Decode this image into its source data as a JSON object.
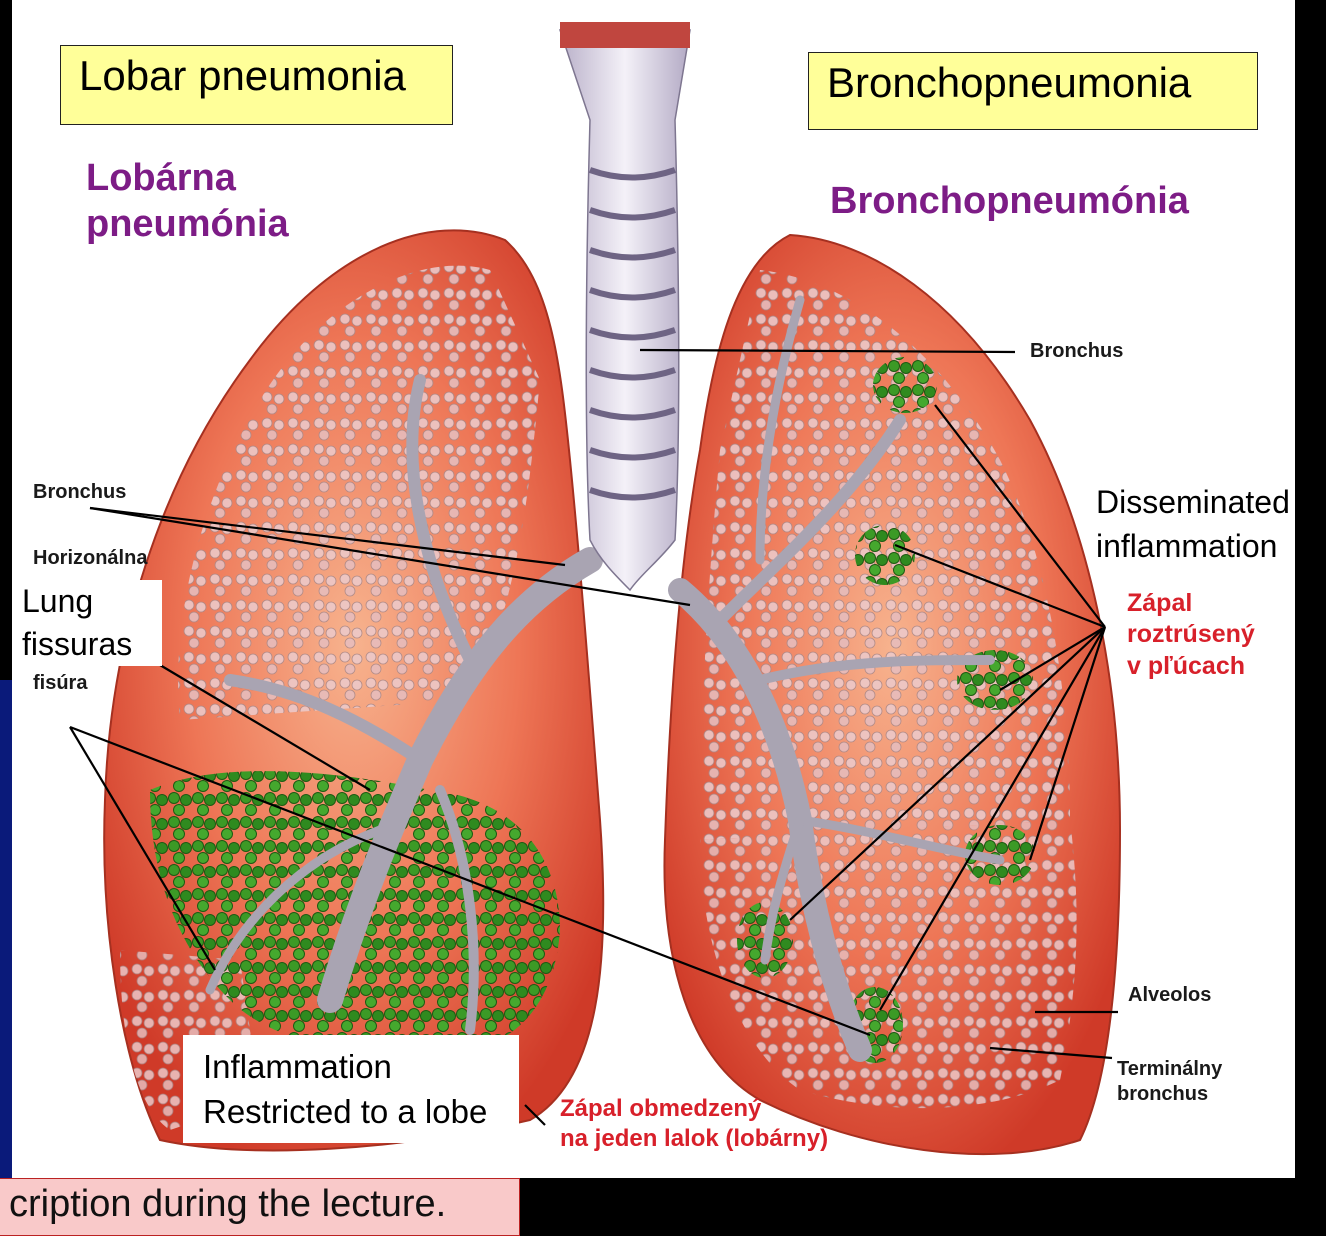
{
  "boxes": {
    "lobar_en": "Lobar pneumonia",
    "broncho_en": "Bronchopneumonia",
    "lung_fissuras": [
      "Lung",
      "fissuras"
    ],
    "disseminated": [
      "Disseminated",
      "inflammation"
    ],
    "restricted": [
      "Inflammation",
      "Restricted to a lobe"
    ],
    "lecture_note": "cription during the lecture."
  },
  "titles": {
    "lobarna": [
      "Lobárna",
      "pneumónia"
    ],
    "broncho_sk": "Bronchopneumónia"
  },
  "labels": {
    "bronchus_left": "Bronchus",
    "horizontal_fissure": [
      "Horizonálna",
      "fisúra"
    ],
    "bronchus_right": "Bronchus",
    "alveolos": "Alveolos",
    "terminal_bronchus": [
      "Terminálny",
      "bronchus"
    ]
  },
  "red_labels": {
    "zapal_roztruseny": [
      "Zápal",
      "roztrúsený",
      "v pľúcach"
    ],
    "zapal_obmedzeny": [
      "Zápal obmedzený",
      "na jeden lalok (lobárny)"
    ]
  },
  "colors": {
    "lung_red": "#e8553c",
    "alveoli_pink": "#e9bdbd",
    "inflammation_green": "#2f8a1f",
    "trachea": "#e7e2ef",
    "title_purple": "#7d1c86",
    "label_red": "#d8202a"
  }
}
